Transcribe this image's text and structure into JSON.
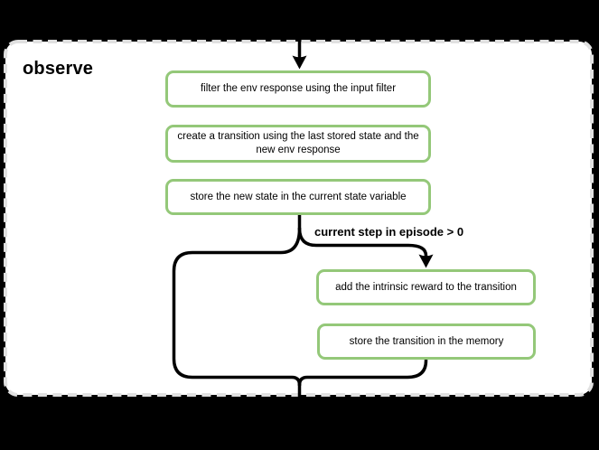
{
  "scene": {
    "background": "#000000"
  },
  "container": {
    "title": "observe",
    "background": "#ffffff",
    "border_color": "#e0e0e0"
  },
  "flow": {
    "steps": [
      {
        "label": "filter the env response using the input filter"
      },
      {
        "label": "create a transition using the last stored state and the new env response"
      },
      {
        "label": "store the new state in the current state variable"
      }
    ],
    "condition": {
      "label": "current step in episode > 0"
    },
    "branch_steps": [
      {
        "label": "add the intrinsic reward to the transition"
      },
      {
        "label": "store the transition in the memory"
      }
    ],
    "icons": {
      "entry": "arrow-down-icon",
      "branch": "arrow-down-icon"
    },
    "colors": {
      "step_border": "#94c879",
      "connector": "#000000",
      "text": "#000000"
    }
  }
}
